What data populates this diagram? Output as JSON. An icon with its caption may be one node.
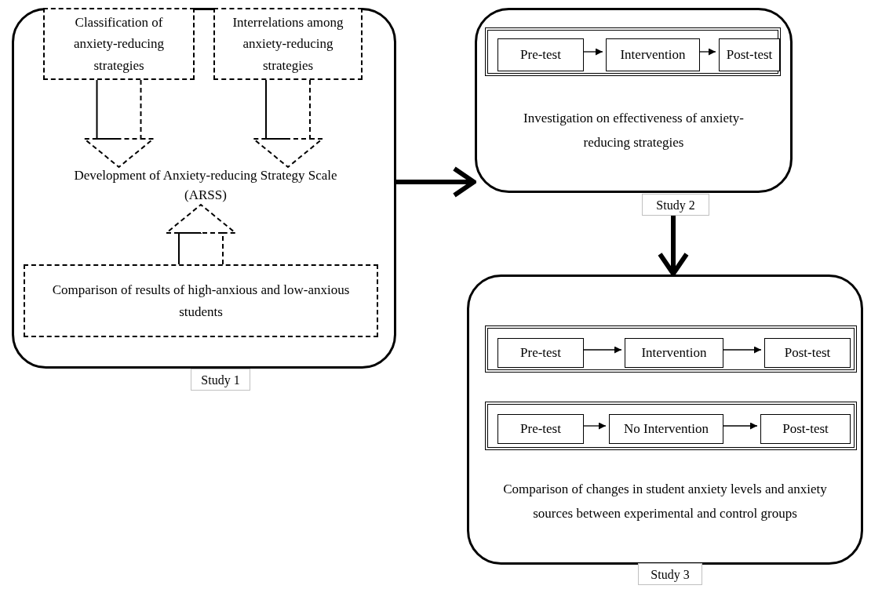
{
  "diagram": {
    "nodes": [
      {
        "text": [
          "Study 1"
        ]
      },
      {
        "text": [
          "Classification of anxiety-reducing strategies"
        ],
        "in": 0
      },
      {
        "text": [
          "Interrelations among anxiety-reducing strategies"
        ],
        "in": 0
      },
      {
        "text": [
          "Development of Anxiety-reducing Strategy Scale (ARSS)"
        ],
        "in": 0
      },
      {
        "text": [
          "Comparison of results of high-anxious and low-anxious students"
        ],
        "in": 0
      },
      {
        "text": [
          "Investigation on effectiveness of anxiety-reducing strategies",
          "Study 2"
        ]
      },
      {
        "text": [],
        "shape": "box",
        "in": 5
      },
      {
        "text": [
          "Pre-test"
        ],
        "in": 6
      },
      {
        "text": [
          "Intervention"
        ],
        "in": 6
      },
      {
        "text": [
          "Post-test"
        ],
        "in": 6
      },
      {
        "text": [
          "Comparison of changes in student anxiety  levels and anxiety sources between experimental and control groups",
          "Study 3"
        ]
      },
      {
        "text": [],
        "shape": "box",
        "in": 10
      },
      {
        "text": [
          "Pre-test"
        ],
        "in": 11
      },
      {
        "text": [
          "Intervention"
        ],
        "in": 11
      },
      {
        "text": [
          "Post-test"
        ],
        "in": 11
      },
      {
        "text": [],
        "shape": "box",
        "in": 10
      },
      {
        "text": [
          "Pre-test"
        ],
        "in": 15
      },
      {
        "text": [
          "No Intervention"
        ],
        "in": 15
      },
      {
        "text": [
          "Post-test"
        ],
        "in": 15
      }
    ],
    "edges": [
      {
        "from": 1,
        "to": 3,
        "arrow": "to",
        "style": "dashed"
      },
      {
        "from": 2,
        "to": 3,
        "arrow": "to",
        "style": "dashed"
      },
      {
        "from": 4,
        "to": 3,
        "arrow": "to",
        "style": "dashed"
      },
      {
        "from": 0,
        "to": 5,
        "arrow": "to",
        "style": "thick"
      },
      {
        "from": 5,
        "to": 10,
        "arrow": "to",
        "style": "thick"
      },
      {
        "from": 7,
        "to": 8,
        "arrow": "to"
      },
      {
        "from": 8,
        "to": 9,
        "arrow": "to"
      },
      {
        "from": 12,
        "to": 13,
        "arrow": "to"
      },
      {
        "from": 13,
        "to": 14,
        "arrow": "to"
      },
      {
        "from": 16,
        "to": 17,
        "arrow": "to"
      },
      {
        "from": 17,
        "to": 18,
        "arrow": "to"
      }
    ]
  }
}
